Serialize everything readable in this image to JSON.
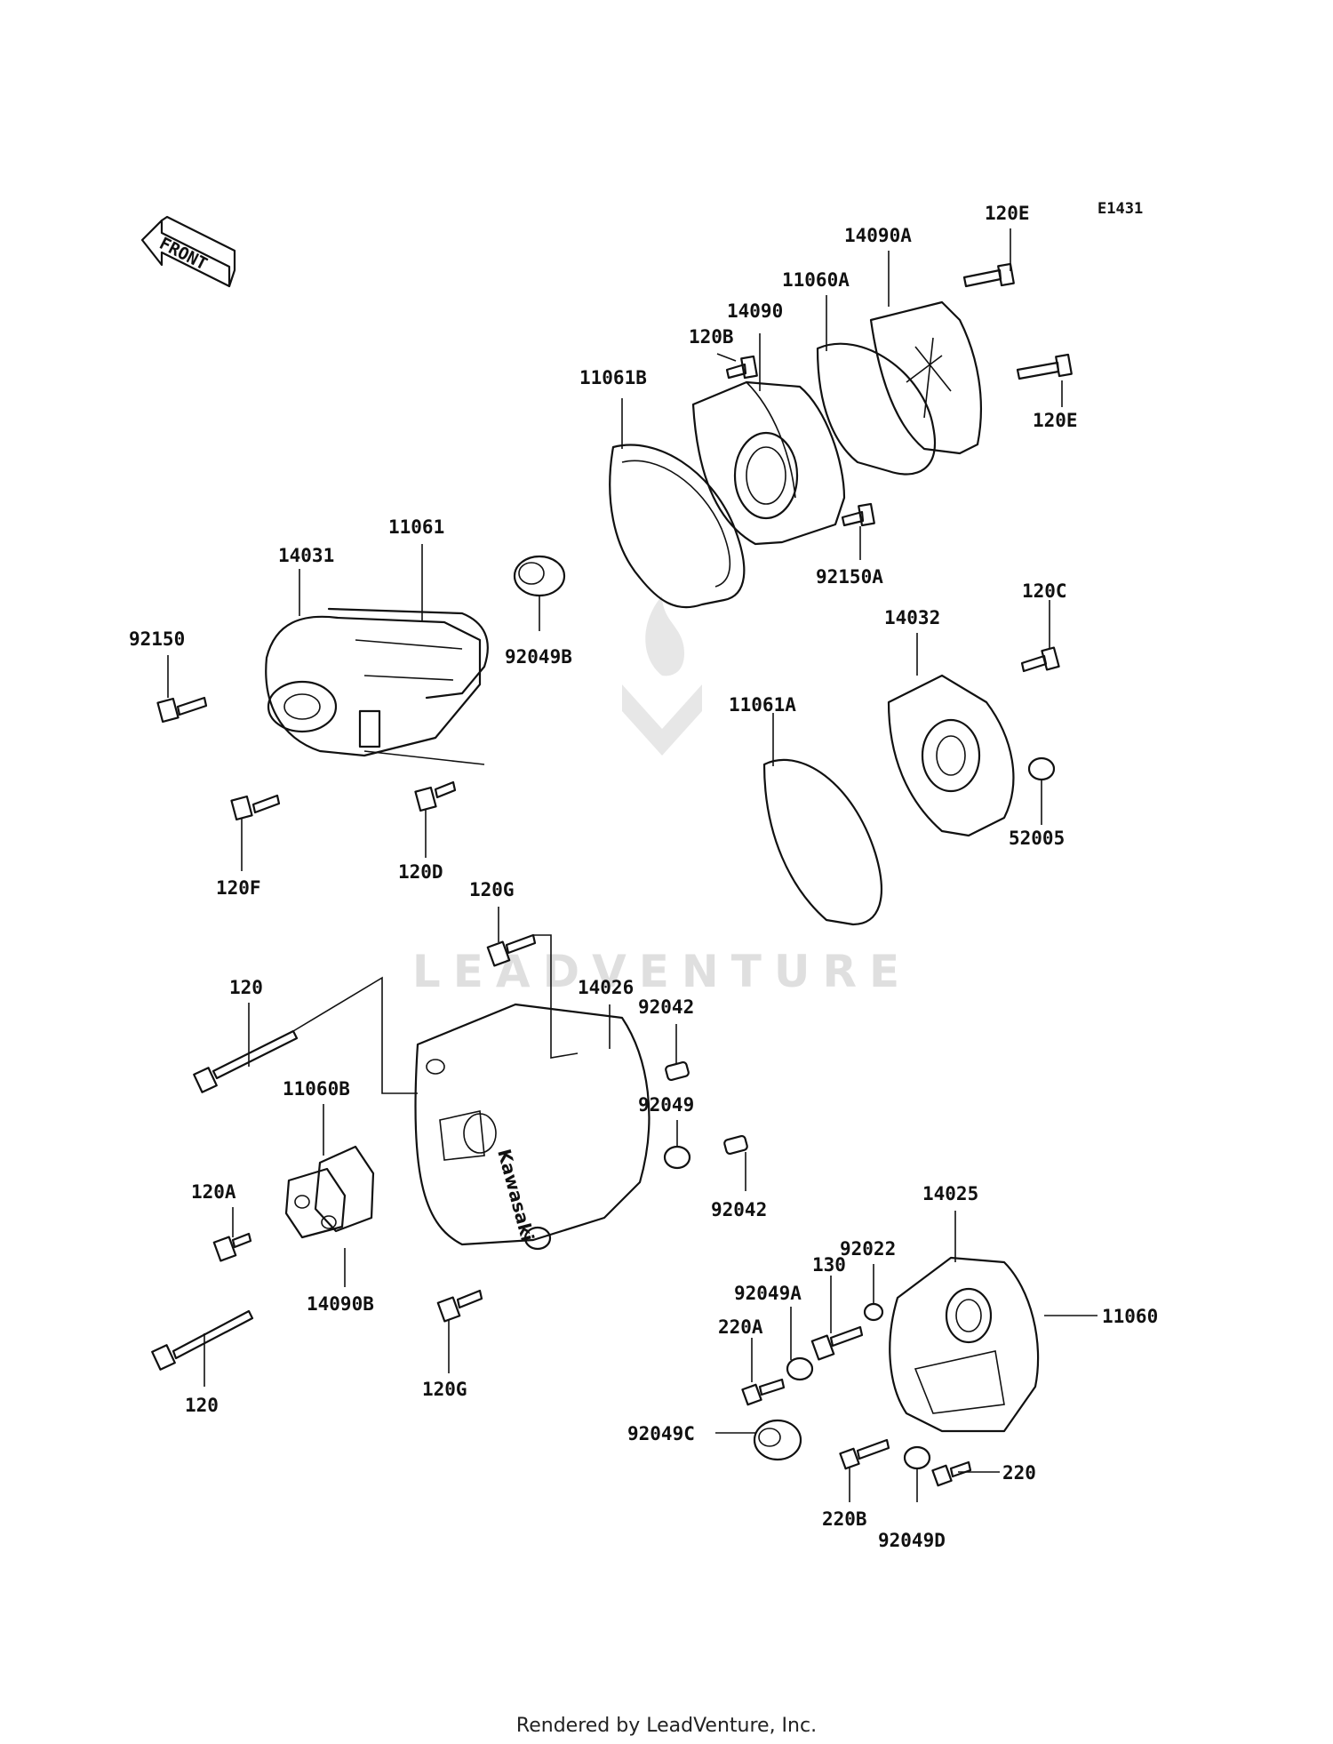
{
  "diagram": {
    "code": "E1431",
    "front_label": "FRONT",
    "watermark": "LEADVENTURE",
    "footer": "Rendered by LeadVenture, Inc.",
    "parts": [
      {
        "id": "120E_top",
        "label": "120E"
      },
      {
        "id": "14090A",
        "label": "14090A"
      },
      {
        "id": "11060A",
        "label": "11060A"
      },
      {
        "id": "14090",
        "label": "14090"
      },
      {
        "id": "120B",
        "label": "120B"
      },
      {
        "id": "11061B",
        "label": "11061B"
      },
      {
        "id": "120E_bottom",
        "label": "120E"
      },
      {
        "id": "92150A",
        "label": "92150A"
      },
      {
        "id": "14031",
        "label": "14031"
      },
      {
        "id": "11061",
        "label": "11061"
      },
      {
        "id": "92049B",
        "label": "92049B"
      },
      {
        "id": "92150",
        "label": "92150"
      },
      {
        "id": "120C",
        "label": "120C"
      },
      {
        "id": "14032",
        "label": "14032"
      },
      {
        "id": "11061A",
        "label": "11061A"
      },
      {
        "id": "52005",
        "label": "52005"
      },
      {
        "id": "120F",
        "label": "120F"
      },
      {
        "id": "120D",
        "label": "120D"
      },
      {
        "id": "120G_top",
        "label": "120G"
      },
      {
        "id": "14026",
        "label": "14026"
      },
      {
        "id": "120_top",
        "label": "120"
      },
      {
        "id": "92042_top",
        "label": "92042"
      },
      {
        "id": "11060B",
        "label": "11060B"
      },
      {
        "id": "92049",
        "label": "92049"
      },
      {
        "id": "120A",
        "label": "120A"
      },
      {
        "id": "92042_bottom",
        "label": "92042"
      },
      {
        "id": "14025",
        "label": "14025"
      },
      {
        "id": "14090B",
        "label": "14090B"
      },
      {
        "id": "92022",
        "label": "92022"
      },
      {
        "id": "130",
        "label": "130"
      },
      {
        "id": "11060",
        "label": "11060"
      },
      {
        "id": "92049A",
        "label": "92049A"
      },
      {
        "id": "220A",
        "label": "220A"
      },
      {
        "id": "120_bottom",
        "label": "120"
      },
      {
        "id": "120G_bottom",
        "label": "120G"
      },
      {
        "id": "92049C",
        "label": "92049C"
      },
      {
        "id": "220",
        "label": "220"
      },
      {
        "id": "220B",
        "label": "220B"
      },
      {
        "id": "92049D",
        "label": "92049D"
      }
    ]
  }
}
